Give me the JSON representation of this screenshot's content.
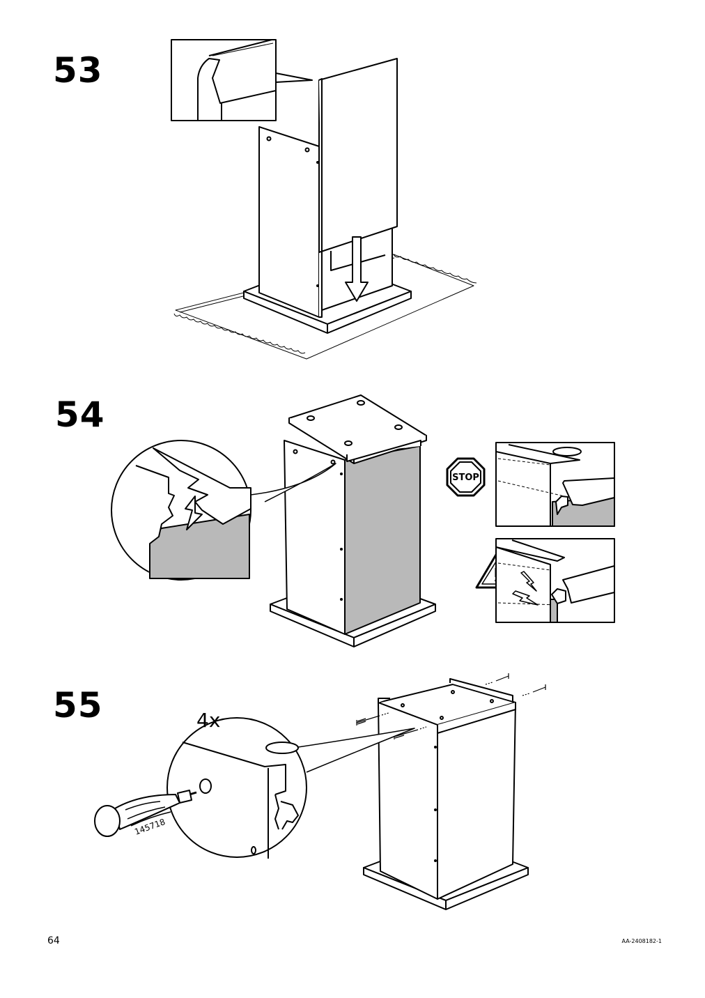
{
  "steps": [
    {
      "number": "53"
    },
    {
      "number": "54"
    },
    {
      "number": "55"
    }
  ],
  "step54": {
    "stop_sign_text": "STOP"
  },
  "step55": {
    "quantity_label": "4x",
    "tool_part_number": "145718"
  },
  "footer": {
    "page_number": "64",
    "document_code": "AA-2408182-1"
  },
  "colors": {
    "line": "#000000",
    "panel_fill": "#ffffff",
    "shade": "#b9b9b9"
  }
}
